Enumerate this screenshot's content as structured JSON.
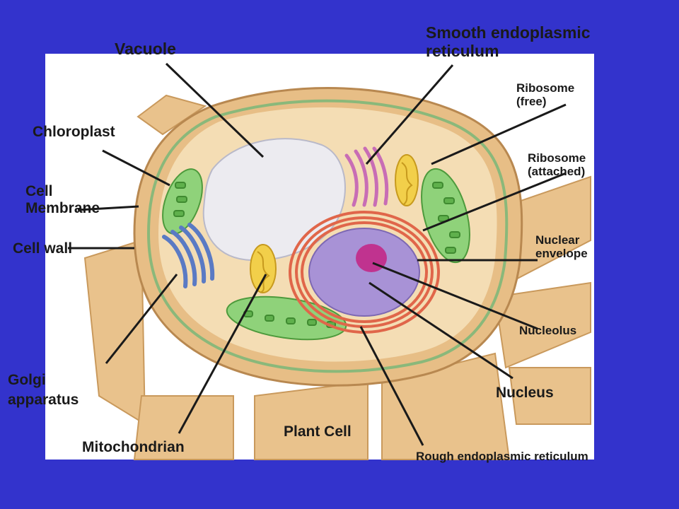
{
  "title": "Plant Cell",
  "colors": {
    "background": "#3333cc",
    "panel": "#ffffff",
    "wall": "#e8c089",
    "cytoplasm": "#f3dcb2",
    "vacuole": "#ecebef",
    "chloroplast": "#8fd27a",
    "mitochondrion": "#f2cf4a",
    "golgi": "#5f7fc7",
    "smooth_er": "#c66fb3",
    "rough_er": "#e0664a",
    "nucleus": "#a892d6",
    "nucleolus": "#c0338f",
    "leader_line": "#1a1a1a"
  },
  "labels": {
    "vacuole": "Vacuole",
    "smooth_er": "Smooth endoplasmic\nreticulum",
    "ribosome_free": "Ribosome\n(free)",
    "chloroplast": "Chloroplast",
    "ribosome_attached": "Ribosome\n(attached)",
    "cell_membrane": "Cell\nMembrane",
    "cell_wall": "Cell wall",
    "nuclear_envelope": "Nuclear\nenvelope",
    "nucleolus": "Nucleolus",
    "golgi": "Golgi\napparatus",
    "nucleus": "Nucleus",
    "plant_cell": "Plant Cell",
    "mitochondrian": "Mitochondrian",
    "rough_er": "Rough endoplasmic reticulum"
  }
}
